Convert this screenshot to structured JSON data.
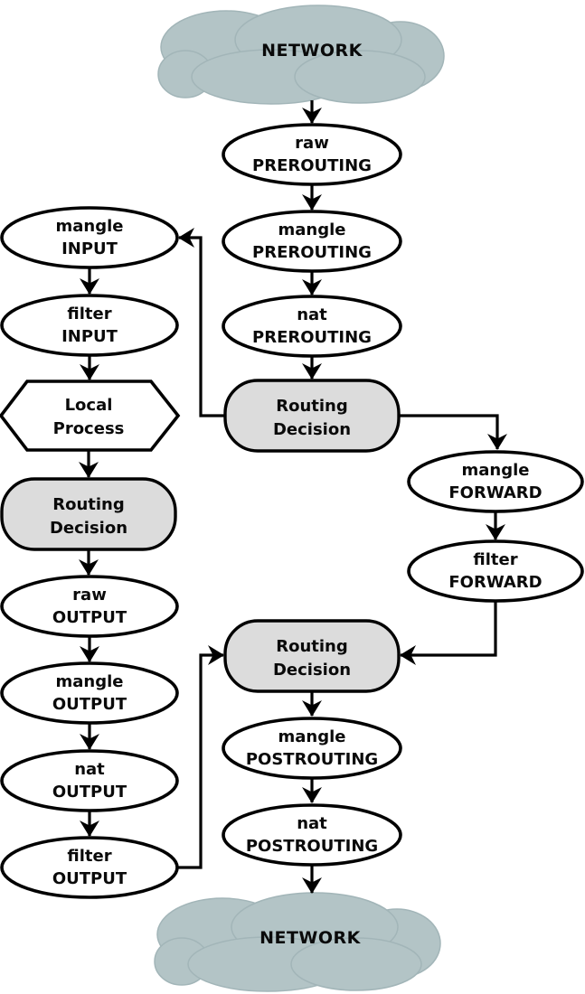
{
  "colors": {
    "background": "#ffffff",
    "cloud_fill": "#b3c4c6",
    "decision_fill": "#dcdcdc",
    "chain_fill": "#ffffff",
    "line": "#000000"
  },
  "clouds": {
    "top": {
      "label": "NETWORK"
    },
    "bottom": {
      "label": "NETWORK"
    }
  },
  "nodes": {
    "raw_prerouting": {
      "line1": "raw",
      "line2": "PREROUTING"
    },
    "mangle_prerouting": {
      "line1": "mangle",
      "line2": "PREROUTING"
    },
    "nat_prerouting": {
      "line1": "nat",
      "line2": "PREROUTING"
    },
    "routing_decision_1": {
      "line1": "Routing",
      "line2": "Decision"
    },
    "mangle_input": {
      "line1": "mangle",
      "line2": "INPUT"
    },
    "filter_input": {
      "line1": "filter",
      "line2": "INPUT"
    },
    "local_process": {
      "line1": "Local",
      "line2": "Process"
    },
    "routing_decision_2": {
      "line1": "Routing",
      "line2": "Decision"
    },
    "raw_output": {
      "line1": "raw",
      "line2": "OUTPUT"
    },
    "mangle_output": {
      "line1": "mangle",
      "line2": "OUTPUT"
    },
    "nat_output": {
      "line1": "nat",
      "line2": "OUTPUT"
    },
    "filter_output": {
      "line1": "filter",
      "line2": "OUTPUT"
    },
    "mangle_forward": {
      "line1": "mangle",
      "line2": "FORWARD"
    },
    "filter_forward": {
      "line1": "filter",
      "line2": "FORWARD"
    },
    "routing_decision_3": {
      "line1": "Routing",
      "line2": "Decision"
    },
    "mangle_postrouting": {
      "line1": "mangle",
      "line2": "POSTROUTING"
    },
    "nat_postrouting": {
      "line1": "nat",
      "line2": "POSTROUTING"
    }
  },
  "edges": [
    {
      "from": "network-top",
      "to": "raw-prerouting"
    },
    {
      "from": "raw-prerouting",
      "to": "mangle-prerouting"
    },
    {
      "from": "mangle-prerouting",
      "to": "nat-prerouting"
    },
    {
      "from": "nat-prerouting",
      "to": "routing-decision-1"
    },
    {
      "from": "routing-decision-1",
      "to": "mangle-input"
    },
    {
      "from": "mangle-input",
      "to": "filter-input"
    },
    {
      "from": "filter-input",
      "to": "local-process"
    },
    {
      "from": "local-process",
      "to": "routing-decision-2"
    },
    {
      "from": "routing-decision-2",
      "to": "raw-output"
    },
    {
      "from": "raw-output",
      "to": "mangle-output"
    },
    {
      "from": "mangle-output",
      "to": "nat-output"
    },
    {
      "from": "nat-output",
      "to": "filter-output"
    },
    {
      "from": "filter-output",
      "to": "routing-decision-3"
    },
    {
      "from": "routing-decision-1",
      "to": "mangle-forward"
    },
    {
      "from": "mangle-forward",
      "to": "filter-forward"
    },
    {
      "from": "filter-forward",
      "to": "routing-decision-3"
    },
    {
      "from": "routing-decision-3",
      "to": "mangle-postrouting"
    },
    {
      "from": "mangle-postrouting",
      "to": "nat-postrouting"
    },
    {
      "from": "nat-postrouting",
      "to": "network-bottom"
    }
  ]
}
